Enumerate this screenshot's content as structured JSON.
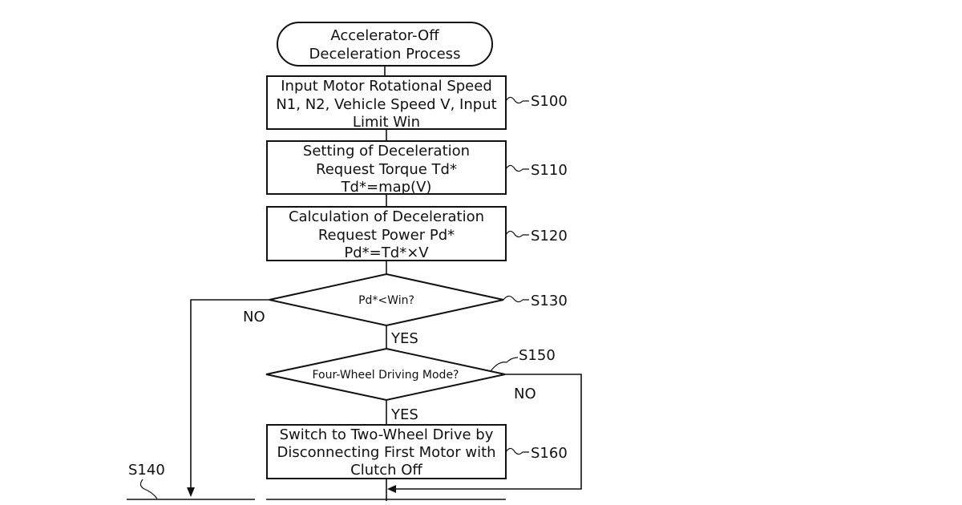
{
  "flowchart": {
    "start": {
      "lines": [
        "Accelerator-Off",
        "Deceleration Process"
      ]
    },
    "s100": {
      "lines": [
        "Input Motor Rotational Speed",
        "N1, N2, Vehicle Speed V, Input",
        "Limit Win"
      ],
      "step": "S100"
    },
    "s110": {
      "lines": [
        "Setting of Deceleration",
        "Request Torque Td*",
        "Td*=map(V)"
      ],
      "step": "S110"
    },
    "s120": {
      "lines": [
        "Calculation of Deceleration",
        "Request Power Pd*",
        "Pd*=Td*×V"
      ],
      "step": "S120"
    },
    "s130": {
      "text": "Pd*<Win?",
      "step": "S130",
      "yes": "YES",
      "no": "NO"
    },
    "s150": {
      "text": "Four-Wheel Driving Mode?",
      "step": "S150",
      "yes": "YES",
      "no": "NO"
    },
    "s160": {
      "lines": [
        "Switch to Two-Wheel Drive by",
        "Disconnecting First Motor with",
        "Clutch Off"
      ],
      "step": "S160"
    },
    "s140": {
      "step": "S140"
    }
  }
}
